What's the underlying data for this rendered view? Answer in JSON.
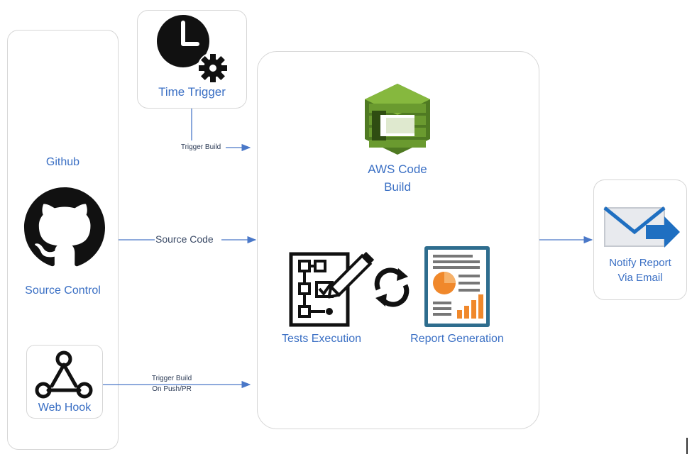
{
  "source_panel": {
    "github_title": "Github",
    "source_control_label": "Source Control",
    "webhook_label": "Web Hook"
  },
  "time_trigger": {
    "label": "Time Trigger"
  },
  "codebuild": {
    "title_line1": "AWS Code",
    "title_line2": "Build",
    "tests_label": "Tests Execution",
    "report_label": "Report Generation"
  },
  "notify": {
    "line1": "Notify Report",
    "line2": "Via Email"
  },
  "connectors": {
    "trigger_build": "Trigger Build",
    "source_code": "Source Code",
    "push_line1": "Trigger Build",
    "push_line2": "On Push/PR"
  },
  "colors": {
    "label_blue": "#3a6fc4",
    "arrow_blue": "#4a78c8",
    "aws_green": "#6a9a2f",
    "report_frame": "#2e6d8e",
    "chart_orange": "#f0882b",
    "email_blue": "#1f6fc1"
  }
}
